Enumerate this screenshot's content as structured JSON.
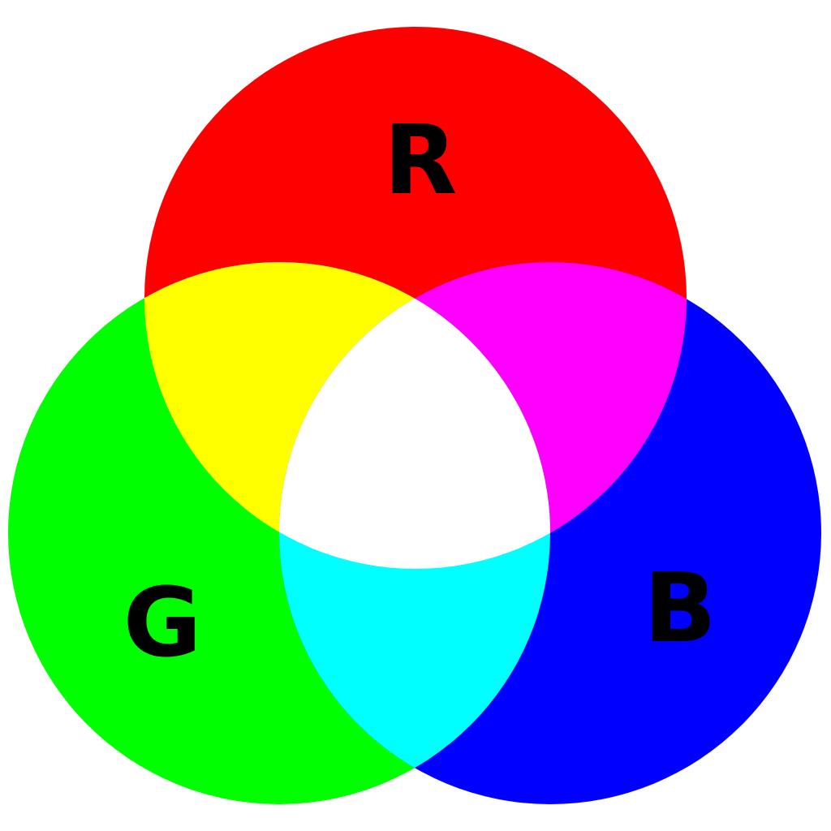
{
  "diagram": {
    "circles": [
      {
        "id": "red",
        "label": "R",
        "color": "#ff0000"
      },
      {
        "id": "green",
        "label": "G",
        "color": "#00ff00"
      },
      {
        "id": "blue",
        "label": "B",
        "color": "#0000ff"
      }
    ],
    "overlaps": [
      {
        "id": "red-green",
        "color": "#ffff00"
      },
      {
        "id": "red-blue",
        "color": "#ff00ff"
      },
      {
        "id": "green-blue",
        "color": "#00ffff"
      },
      {
        "id": "all",
        "color": "#ffffff"
      }
    ]
  }
}
